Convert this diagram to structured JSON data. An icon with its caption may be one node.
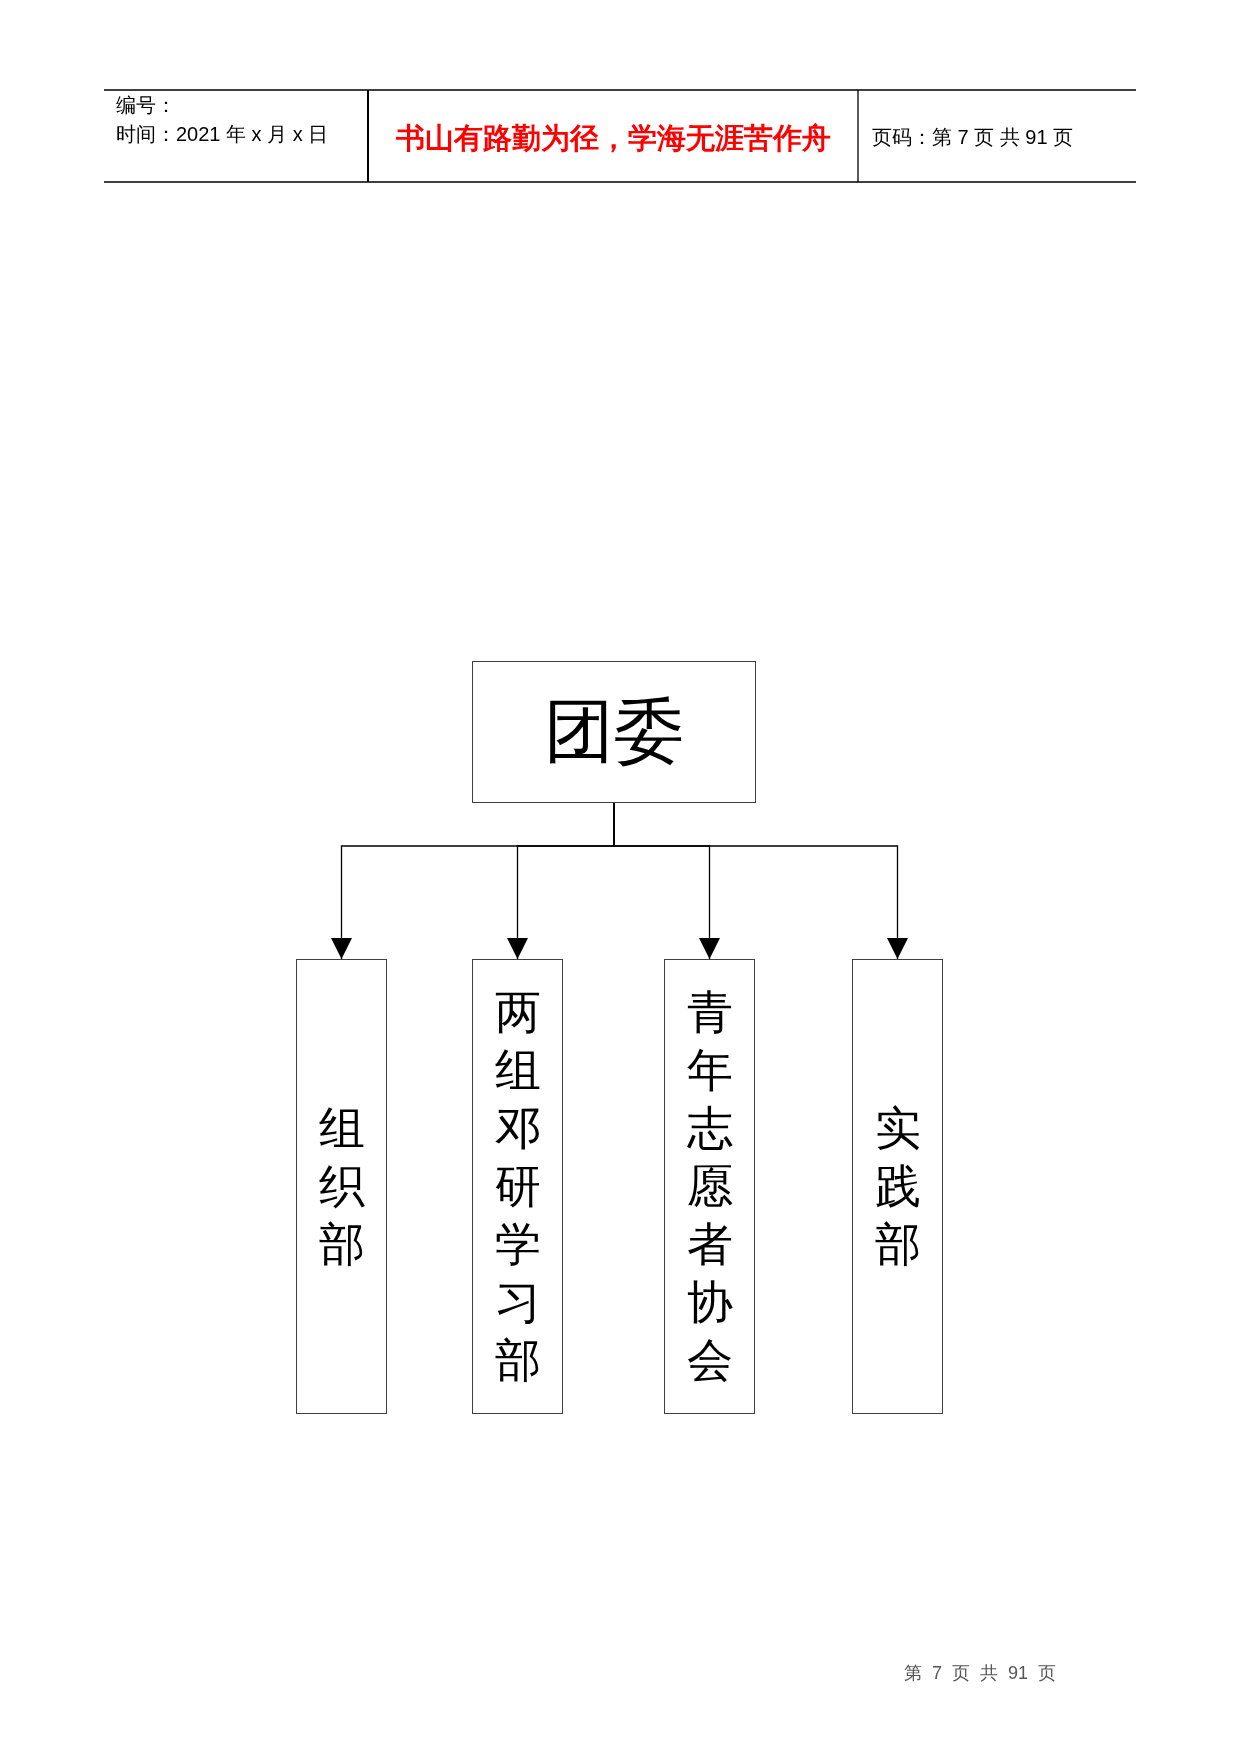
{
  "diagram": {
    "nodes": [
      {
        "text": [
          "团委"
        ]
      },
      {
        "text": [
          "组织部"
        ]
      },
      {
        "text": [
          "两组邓研学习部"
        ]
      },
      {
        "text": [
          "青年志愿者协会"
        ]
      },
      {
        "text": [
          "实践部"
        ]
      }
    ],
    "edges": [
      {
        "from": 0,
        "to": 1,
        "arrow": "to"
      },
      {
        "from": 0,
        "to": 2,
        "arrow": "to"
      },
      {
        "from": 0,
        "to": 3,
        "arrow": "to"
      },
      {
        "from": 0,
        "to": 4,
        "arrow": "to"
      }
    ],
    "labels": [
      "编号：",
      "时间：2021 年 x 月 x 日",
      "书山有路勤为径，学海无涯苦作舟",
      "页码：第 7 页 共 91 页",
      "第 7 页 共 91 页"
    ]
  }
}
